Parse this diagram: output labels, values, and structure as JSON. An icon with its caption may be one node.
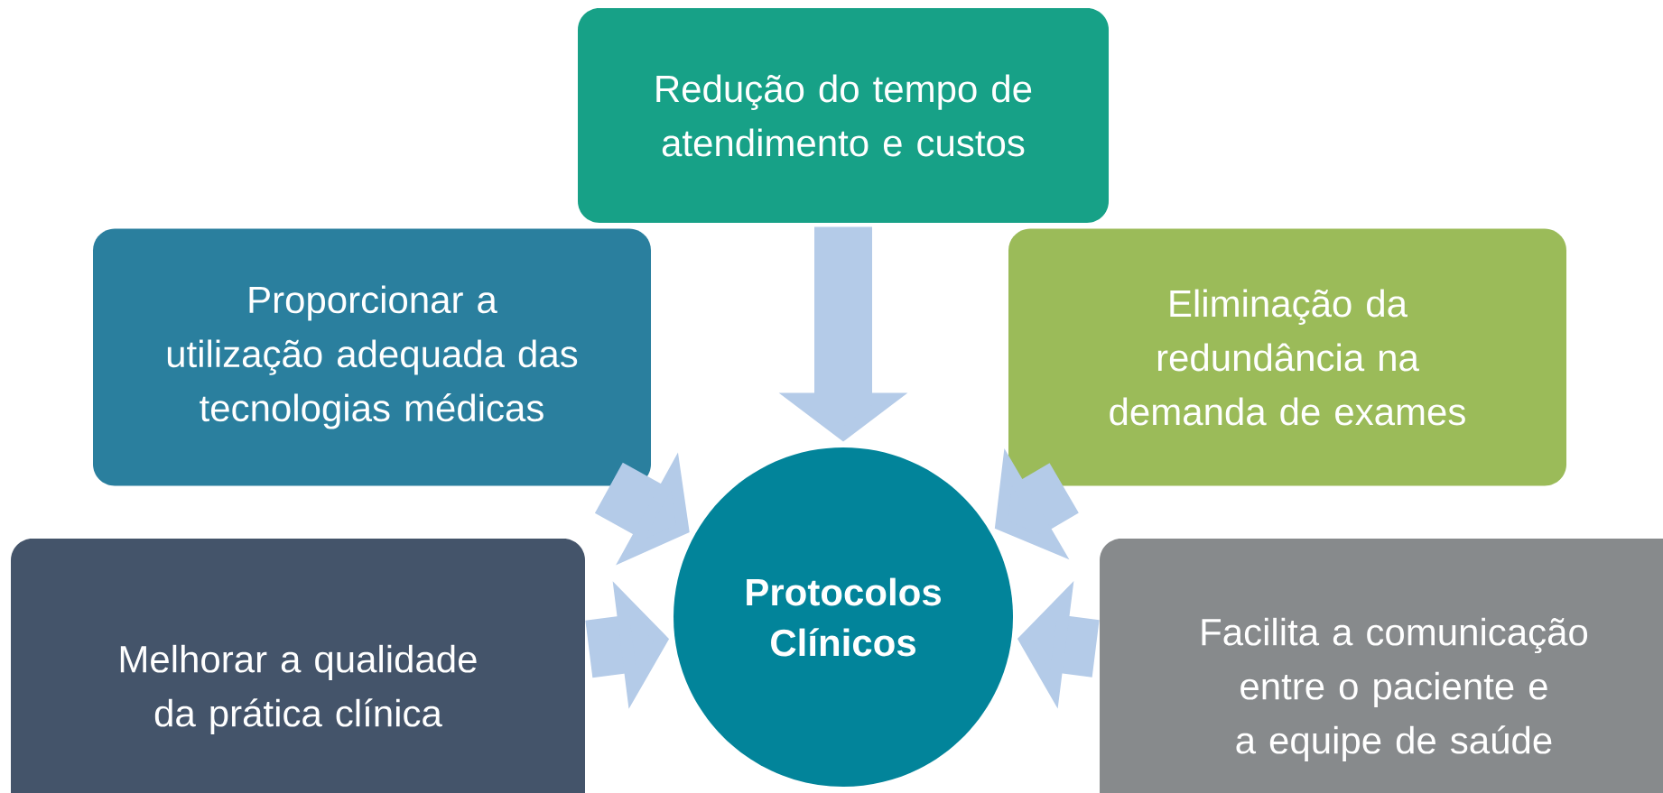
{
  "diagram": {
    "nodes": [
      {
        "text": [
          "Redução do tempo de atendimento e custos"
        ]
      },
      {
        "text": [
          "Proporcionar a utilização adequada das tecnologias médicas"
        ]
      },
      {
        "text": [
          "Eliminação da redundância na demanda de exames"
        ]
      },
      {
        "text": [
          "Melhorar a qualidade da prática clínica"
        ]
      },
      {
        "text": [
          "Protocolos Clínicos"
        ]
      },
      {
        "text": [
          "Facilita a comunicação entre o paciente e a equipe de saúde"
        ]
      }
    ],
    "edges": [
      {
        "from": 0,
        "to": 4,
        "arrow": "to"
      },
      {
        "from": 1,
        "to": 4,
        "arrow": "to"
      },
      {
        "from": 2,
        "to": 4,
        "arrow": "to"
      },
      {
        "from": 3,
        "to": 4,
        "arrow": "to"
      },
      {
        "from": 5,
        "to": 4,
        "arrow": "to"
      }
    ]
  }
}
